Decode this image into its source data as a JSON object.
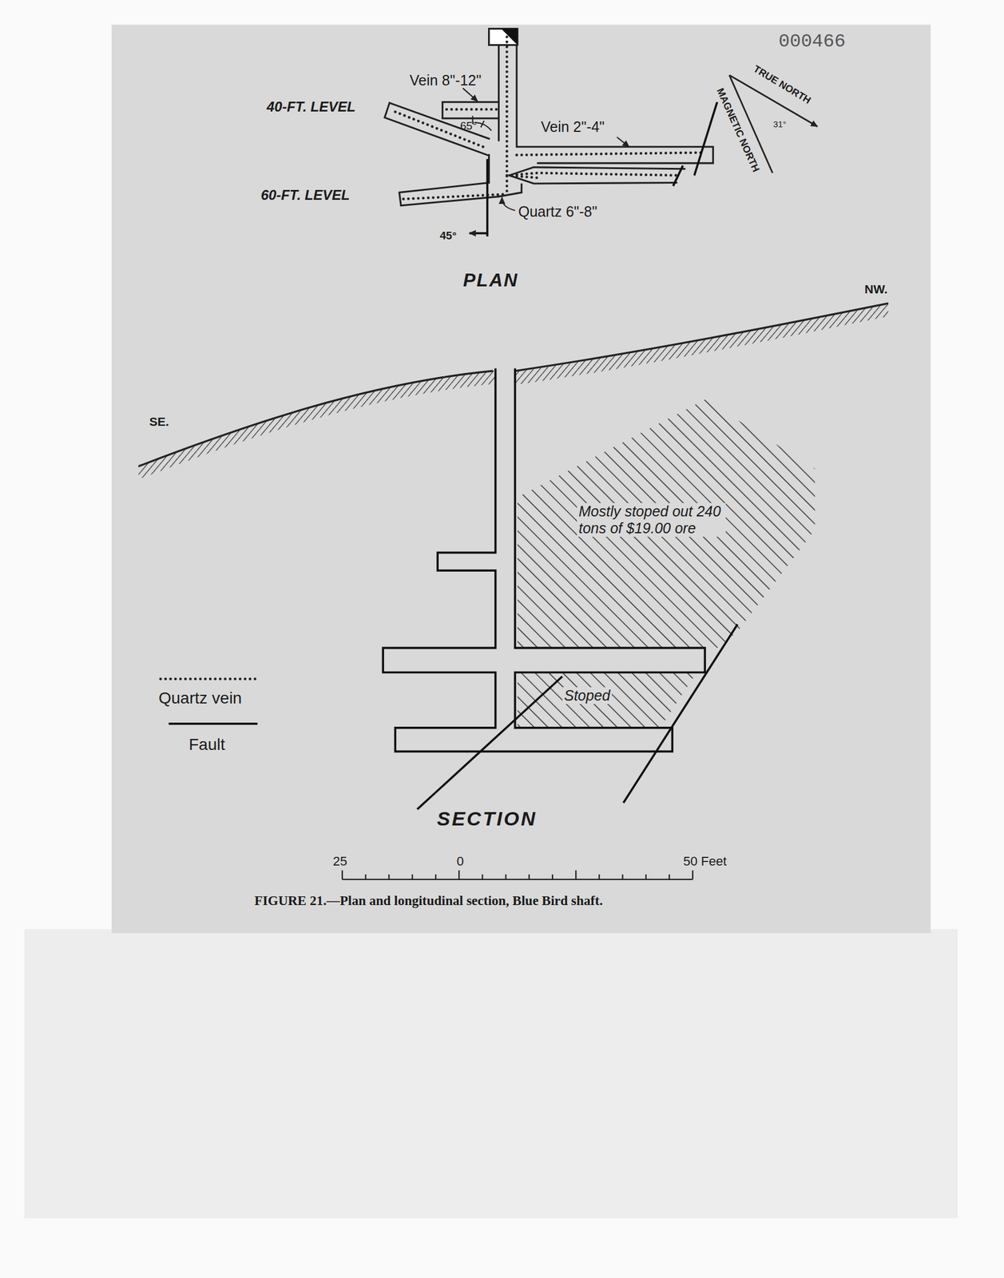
{
  "diagram": {
    "caption": "FIGURE 21.—Plan and longitudinal section, Blue Bird shaft.",
    "labels": [
      "000466",
      "Vein 8\"-12\"",
      "40-FT. LEVEL",
      "65°",
      "Vein 2\"-4\"",
      "TRUE NORTH",
      "MAGNETIC NORTH",
      "31°",
      "60-FT. LEVEL",
      "Quartz 6\"-8\"",
      "45°",
      "PLAN",
      "NW.",
      "SE.",
      "Mostly stoped out 240 tons of $19.00 ore",
      "Stoped",
      "SECTION",
      "25",
      "0",
      "50 Feet"
    ],
    "legend": [
      {
        "text": "Quartz vein"
      },
      {
        "text": "Fault"
      }
    ]
  }
}
